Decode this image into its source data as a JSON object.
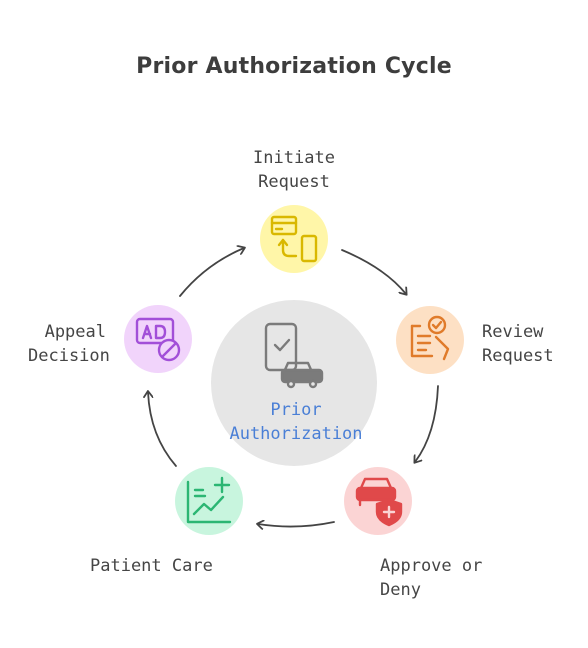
{
  "title": "Prior Authorization Cycle",
  "center": {
    "line1": "Prior",
    "line2": "Authorization"
  },
  "steps": [
    {
      "line1": "Initiate",
      "line2": "Request",
      "color": "#fff6a8",
      "icon_color": "#d9b800",
      "icon": "card-phone-icon"
    },
    {
      "line1": "Review",
      "line2": "Request",
      "color": "#fde0c4",
      "icon_color": "#e07b2a",
      "icon": "clipboard-check-icon"
    },
    {
      "line1": "Approve or",
      "line2": "Deny",
      "color": "#fbd4d4",
      "icon_color": "#e0494a",
      "icon": "car-shield-icon"
    },
    {
      "line1": "Patient Care",
      "line2": "",
      "color": "#c8f5de",
      "icon_color": "#2bb673",
      "icon": "chart-plus-icon"
    },
    {
      "line1": "Appeal",
      "line2": "Decision",
      "color": "#f1d4fb",
      "icon_color": "#a24fd8",
      "icon": "ad-block-icon"
    }
  ],
  "colors": {
    "center_circle": "#e6e6e6",
    "center_icon": "#7b7b7b",
    "arrow": "#444444"
  }
}
